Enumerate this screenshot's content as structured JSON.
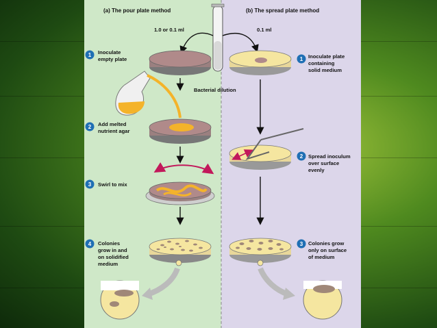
{
  "headers": {
    "pour": "(a) The pour plate method",
    "spread": "(b) The spread plate method"
  },
  "volumes": {
    "pour": "1.0 or 0.1 ml",
    "spread": "0.1 ml"
  },
  "tube_label": "Bacterial dilution",
  "pour_steps": [
    {
      "num": "1",
      "lines": [
        "Inoculate",
        "empty plate"
      ]
    },
    {
      "num": "2",
      "lines": [
        "Add melted",
        "nutrient agar"
      ]
    },
    {
      "num": "3",
      "lines": [
        "Swirl to mix"
      ]
    },
    {
      "num": "4",
      "lines": [
        "Colonies",
        "grow in and",
        "on solidified",
        "medium"
      ]
    }
  ],
  "spread_steps": [
    {
      "num": "1",
      "lines": [
        "Inoculate plate",
        "containing",
        "solid medium"
      ]
    },
    {
      "num": "2",
      "lines": [
        "Spread inoculum",
        "over surface",
        "evenly"
      ]
    },
    {
      "num": "3",
      "lines": [
        "Colonies grow",
        "only on surface",
        "of medium"
      ]
    }
  ],
  "colors": {
    "pour_panel": "#cfe8c8",
    "spread_panel": "#dcd6ea",
    "badge": "#1f6fb4",
    "agar": "#f5e6a0",
    "inoculum": "#b08a8a",
    "arrow_red": "#c2185b"
  }
}
